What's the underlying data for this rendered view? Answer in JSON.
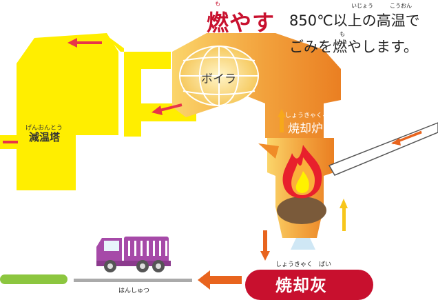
{
  "header": {
    "title": "燃やす",
    "title_ruby": "も",
    "description_line1": "850℃以上の高温で",
    "description_line2": "ごみを燃やします。",
    "ruby_ijou": "いじょう",
    "ruby_kouon": "こうおん",
    "ruby_mo": "も"
  },
  "diagram": {
    "boiler": "ボイラ",
    "incinerator": "焼却炉",
    "incinerator_ruby": "しょうきゃくろ",
    "cooling_tower": "減温塔",
    "cooling_tower_ruby": "げんおんとう",
    "ash": "焼却灰",
    "ash_ruby": "しょうきゃく　ばい",
    "haul_out": "はんしゅつ"
  },
  "colors": {
    "yellow_tower": "#ffee00",
    "orange_body": "#f08c28",
    "red_accent": "#c8102e",
    "arrow_orange": "#e8641e",
    "arrow_red": "#e8344a",
    "truck_purple": "#a64aa8",
    "green_line": "#8cc63f"
  }
}
